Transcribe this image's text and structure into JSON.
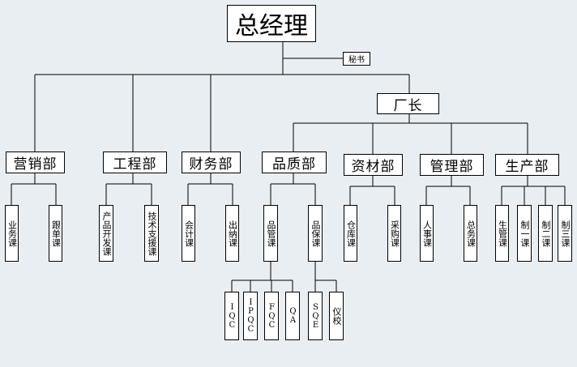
{
  "chart_data": {
    "type": "org-chart",
    "root": {
      "id": "ceo",
      "label": "总经理"
    },
    "nodes": [
      {
        "id": "secretary",
        "label": "秘书",
        "parent": "ceo"
      },
      {
        "id": "sales",
        "label": "营销部",
        "parent": "ceo"
      },
      {
        "id": "engineering",
        "label": "工程部",
        "parent": "ceo"
      },
      {
        "id": "finance",
        "label": "财务部",
        "parent": "ceo"
      },
      {
        "id": "factory",
        "label": "厂长",
        "parent": "ceo"
      },
      {
        "id": "quality",
        "label": "品质部",
        "parent": "factory"
      },
      {
        "id": "materials",
        "label": "资材部",
        "parent": "factory"
      },
      {
        "id": "management",
        "label": "管理部",
        "parent": "factory"
      },
      {
        "id": "production",
        "label": "生产部",
        "parent": "factory"
      },
      {
        "id": "business",
        "label": "业务课",
        "parent": "sales"
      },
      {
        "id": "followup",
        "label": "跟单课",
        "parent": "sales"
      },
      {
        "id": "productdev",
        "label": "产品开发课",
        "parent": "engineering"
      },
      {
        "id": "techsupport",
        "label": "技术支援课",
        "parent": "engineering"
      },
      {
        "id": "accounting",
        "label": "会计课",
        "parent": "finance"
      },
      {
        "id": "cashier",
        "label": "出纳课",
        "parent": "finance"
      },
      {
        "id": "qmanage",
        "label": "品管课",
        "parent": "quality"
      },
      {
        "id": "qassure",
        "label": "品保课",
        "parent": "quality"
      },
      {
        "id": "warehouse",
        "label": "仓库课",
        "parent": "materials"
      },
      {
        "id": "purchasing",
        "label": "采购课",
        "parent": "materials"
      },
      {
        "id": "hr",
        "label": "人事课",
        "parent": "management"
      },
      {
        "id": "general",
        "label": "总务课",
        "parent": "management"
      },
      {
        "id": "prodmanage",
        "label": "生管课",
        "parent": "production"
      },
      {
        "id": "make1",
        "label": "制一课",
        "parent": "production"
      },
      {
        "id": "make2",
        "label": "制二课",
        "parent": "production"
      },
      {
        "id": "make3",
        "label": "制三课",
        "parent": "production"
      },
      {
        "id": "iqc",
        "label": "IQC",
        "parent": "qmanage"
      },
      {
        "id": "ipqc",
        "label": "IPQC",
        "parent": "qmanage"
      },
      {
        "id": "fqc",
        "label": "FQC",
        "parent": "qmanage"
      },
      {
        "id": "qa",
        "label": "QA",
        "parent": "qmanage"
      },
      {
        "id": "sqe",
        "label": "SQE",
        "parent": "qassure"
      },
      {
        "id": "calibration",
        "label": "仪校",
        "parent": "qassure"
      }
    ]
  },
  "colors": {
    "background": "#e9eef2",
    "box": "#ffffff",
    "line": "#000000"
  }
}
